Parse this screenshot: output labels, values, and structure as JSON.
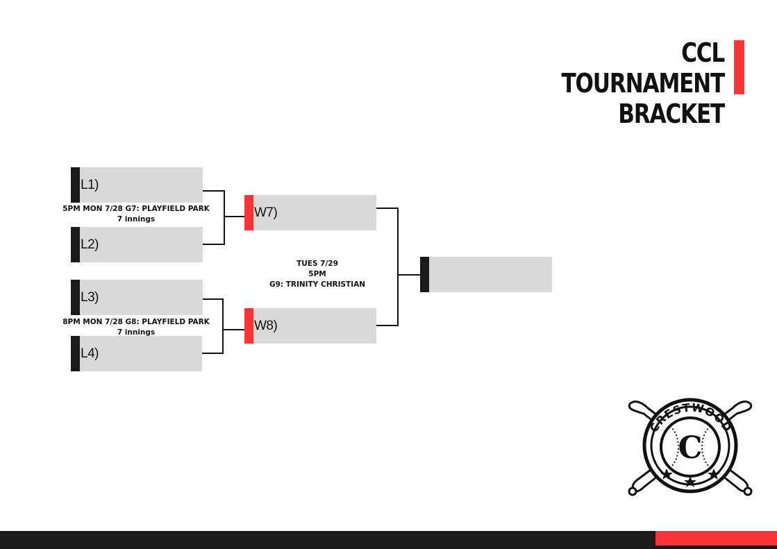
{
  "colors": {
    "accent_red": "#ff3333",
    "dark": "#1a1a1a",
    "slot_fill": "#d9d9d9"
  },
  "header": {
    "title_line1": "CCL",
    "title_line2": "TOURNAMENT",
    "title_line3": "BRACKET"
  },
  "bracket": {
    "round1": {
      "slots": [
        {
          "label": "L1)"
        },
        {
          "label": "L2)"
        },
        {
          "label": "L3)"
        },
        {
          "label": "L4)"
        }
      ],
      "games": [
        {
          "info": "5PM MON 7/28 G7: PLAYFIELD PARK",
          "innings": "7 innings"
        },
        {
          "info": "8PM MON 7/28 G8: PLAYFIELD PARK",
          "innings": "7 innings"
        }
      ]
    },
    "round2": {
      "slots": [
        {
          "label": "W7)"
        },
        {
          "label": "W8)"
        }
      ],
      "game": {
        "date": "TUES 7/29",
        "time": "5PM",
        "info": "G9: TRINITY CHRISTIAN"
      }
    },
    "final": {
      "label": ""
    }
  },
  "logo": {
    "text": "CRESTWOOD",
    "letter": "C",
    "icon": "baseball-crossed-bats-logo"
  }
}
